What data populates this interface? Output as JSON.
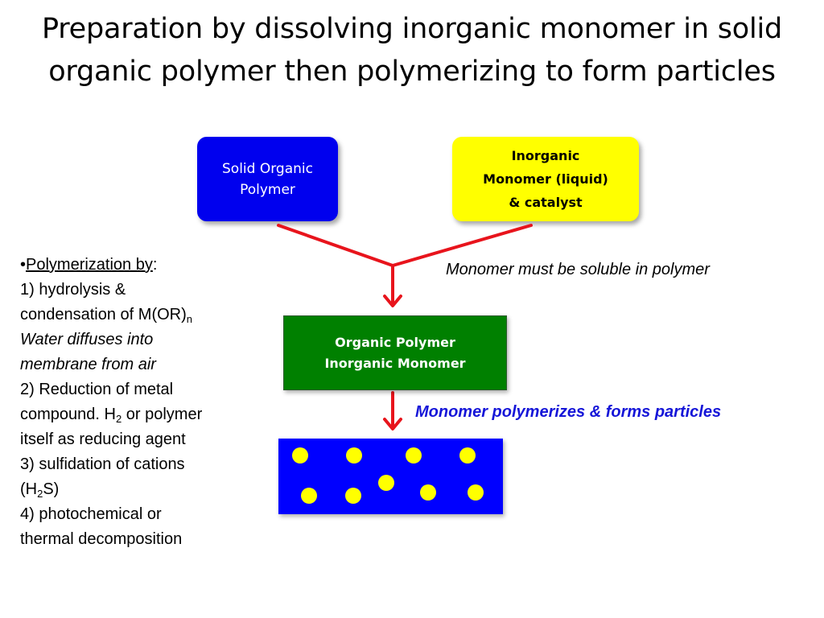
{
  "title": {
    "line1": "Preparation by dissolving inorganic monomer in solid",
    "line2": "organic polymer then polymerizing to form particles"
  },
  "boxes": {
    "solid_polymer": {
      "line1": "Solid Organic",
      "line2": "Polymer",
      "color": "#0000ee"
    },
    "inorganic_monomer": {
      "line1": "Inorganic",
      "line2": "Monomer (liquid)",
      "line3": "& catalyst",
      "color": "#ffff00"
    },
    "mixture": {
      "line1": "Organic Polymer",
      "line2": "Inorganic Monomer",
      "color": "#008000"
    },
    "particles": {
      "color": "#0000ff",
      "particle_color": "#ffff00",
      "particle_count": 10
    }
  },
  "arrow_color": "#e8141c",
  "notes": {
    "soluble": "Monomer must be soluble in polymer",
    "polymerizes": "Monomer polymerizes & forms particles",
    "polymerizes_color": "#1515d8"
  },
  "list": {
    "bullet": "•",
    "heading": "Polymerization by",
    "heading_suffix": ":",
    "item1_a": "1) hydrolysis &",
    "item1_b": "condensation of M(OR)",
    "item1_b_sub": "n",
    "item1_c": "Water diffuses into",
    "item1_d": "membrane from air",
    "item2_a": "2) Reduction of metal",
    "item2_b_pre": "compound. H",
    "item2_b_sub": "2",
    "item2_b_post": " or polymer",
    "item2_c": "itself as reducing agent",
    "item3_a": "3) sulfidation of cations",
    "item3_b_pre": "(H",
    "item3_b_sub": "2",
    "item3_b_post": "S)",
    "item4_a": "4) photochemical or",
    "item4_b": "thermal decomposition"
  }
}
